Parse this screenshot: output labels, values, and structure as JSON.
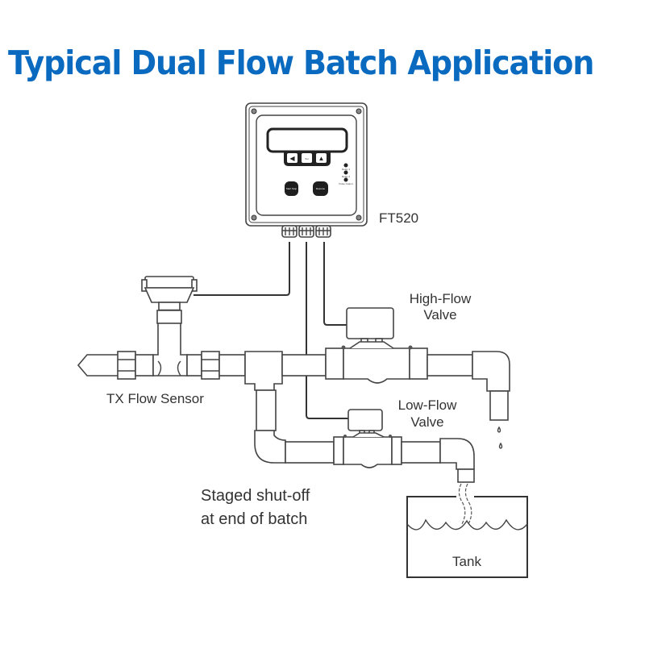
{
  "title": "Typical Dual Flow Batch Application",
  "controller": {
    "model_label": "FT520",
    "keypad": {
      "left_key": "◀",
      "center_key": "Set",
      "right_key": "▲",
      "start_stop_button": "Start Stop",
      "resume_button": "Resume"
    },
    "indicators": [
      "Relay 1",
      "Relay 2",
      "Pulse Output"
    ]
  },
  "labels": {
    "high_flow_valve_line1": "High-Flow",
    "high_flow_valve_line2": "Valve",
    "low_flow_valve_line1": "Low-Flow",
    "low_flow_valve_line2": "Valve",
    "flow_sensor": "TX Flow Sensor",
    "note_line1": "Staged shut-off",
    "note_line2": "at end of batch",
    "tank": "Tank"
  },
  "colors": {
    "title": "#0a6abf",
    "line": "#444444",
    "text": "#333333"
  }
}
